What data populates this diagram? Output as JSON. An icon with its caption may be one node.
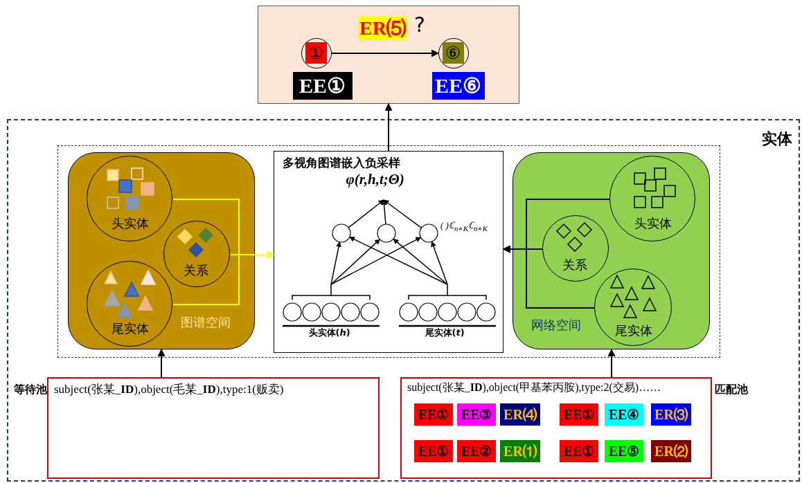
{
  "diagram": {
    "nodes": [
      {
        "text": [],
        "shape": "box"
      },
      {
        "text": [
          "①"
        ],
        "in": 0
      },
      {
        "text": [
          "⑥"
        ],
        "in": 0
      },
      {
        "text": [
          "EE①"
        ],
        "in": 0
      },
      {
        "text": [
          "EE⑥"
        ],
        "in": 0
      },
      {
        "text": [
          "实体"
        ]
      },
      {
        "text": [],
        "shape": "box",
        "in": 5
      },
      {
        "text": [
          "图谱空间"
        ],
        "in": 6
      },
      {
        "text": [
          "头实体"
        ],
        "in": 7
      },
      {
        "text": [
          "关系"
        ],
        "in": 7
      },
      {
        "text": [
          "尾实体"
        ],
        "in": 7
      },
      {
        "text": [
          "多视角图谱嵌入负采样",
          "φ(r,h,t;Θ)",
          "头实体(*h*)",
          "尾实体(*t*)"
        ],
        "in": 6
      },
      {
        "text": [
          "网络空间"
        ],
        "in": 6
      },
      {
        "text": [
          "头实体"
        ],
        "in": 12
      },
      {
        "text": [
          "关系"
        ],
        "in": 12
      },
      {
        "text": [
          "尾实体"
        ],
        "in": 12
      },
      {
        "text": [
          "等待池"
        ],
        "in": 5
      },
      {
        "text": [
          "匹配池"
        ],
        "in": 5
      },
      {
        "text": [
          "EE①"
        ],
        "in": 17
      },
      {
        "text": [
          "EE③"
        ],
        "in": 17
      },
      {
        "text": [
          "ER⑷"
        ],
        "in": 17
      },
      {
        "text": [
          "EE①"
        ],
        "in": 17
      },
      {
        "text": [
          "EE④"
        ],
        "in": 17
      },
      {
        "text": [
          "ER⑶"
        ],
        "in": 17
      },
      {
        "text": [
          "EE①"
        ],
        "in": 17
      },
      {
        "text": [
          "EE②"
        ],
        "in": 17
      },
      {
        "text": [
          "ER⑴"
        ],
        "in": 17
      },
      {
        "text": [
          "EE①"
        ],
        "in": 17
      },
      {
        "text": [
          "EE⑤"
        ],
        "in": 17
      },
      {
        "text": [
          "ER⑵"
        ],
        "in": 17
      }
    ],
    "edges": [
      {
        "from": 8,
        "to": 11,
        "arrow": "to",
        "color": "#ffff00"
      },
      {
        "from": 9,
        "to": 11,
        "arrow": "to",
        "color": "#ffff00"
      },
      {
        "from": 10,
        "to": 11,
        "arrow": "to",
        "color": "#ffff00"
      },
      {
        "from": 13,
        "to": 11,
        "arrow": "to"
      },
      {
        "from": 14,
        "to": 11,
        "arrow": "to"
      },
      {
        "from": 15,
        "to": 11,
        "arrow": "to"
      },
      {
        "from": 11,
        "to": 0,
        "arrow": "to"
      },
      {
        "from": 16,
        "to": 7,
        "arrow": "to"
      },
      {
        "from": 17,
        "to": 12,
        "arrow": "to"
      },
      {
        "from": 1,
        "to": 2,
        "arrow": "to",
        "label": "ER⑸"
      }
    ],
    "labels": [
      "?",
      "( )ℂ$_{n∗K}$ℂ$_{n∗K}$",
      "subject(张某_**ID**),object(毛某_**ID**),type:1(贩卖)",
      "subject(张某_**ID**),object(甲基苯丙胺),type:2(交易)……"
    ]
  }
}
